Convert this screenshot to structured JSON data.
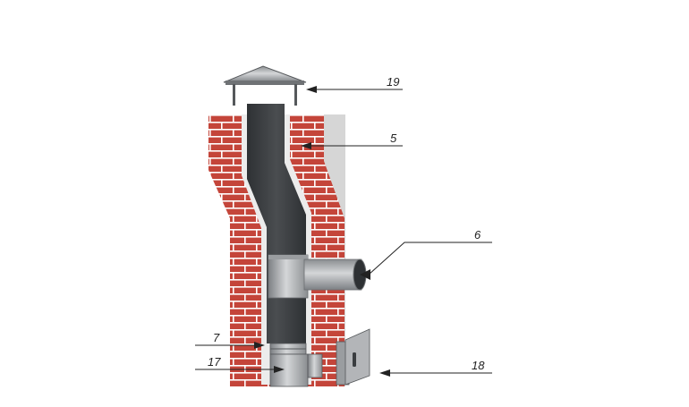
{
  "diagram": {
    "callouts": [
      {
        "id": "cap",
        "label": "19"
      },
      {
        "id": "brick-chimney",
        "label": "5"
      },
      {
        "id": "side-inlet-pipe",
        "label": "6"
      },
      {
        "id": "pipe-collar",
        "label": "7"
      },
      {
        "id": "condensate-collector",
        "label": "17"
      },
      {
        "id": "inspection-door",
        "label": "18"
      }
    ],
    "colors": {
      "brick": "#c4453a",
      "mortar": "#ffffff",
      "shadow": "#d8d8d8",
      "liner_dark": "#3a3d40",
      "steel_light": "#b9bbbd",
      "steel_mid": "#8e9194",
      "arrow": "#222222"
    }
  }
}
